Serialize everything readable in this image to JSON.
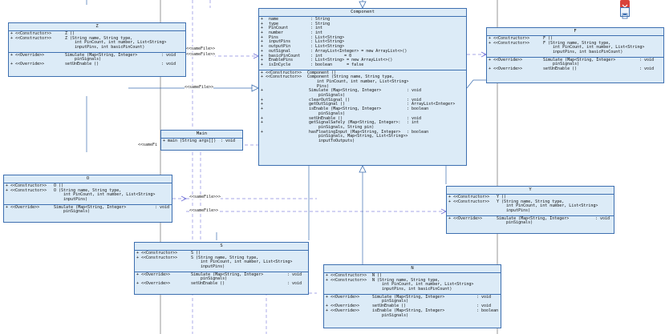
{
  "edge_labels": {
    "samefile": "<<sameFile>>",
    "samefile_trunc": "<<sameFi",
    "samefile_arrow": "<<sameFile>>>"
  },
  "window_controls": [
    {
      "icon": "close-icon",
      "color": "#d9423a"
    },
    {
      "icon": "save-icon",
      "color": "#3d6fb0"
    }
  ],
  "component": {
    "name": "Component",
    "attributes": [
      {
        "m": "+",
        "n": "name",
        "t": ": String"
      },
      {
        "m": "+",
        "n": "type",
        "t": ": String"
      },
      {
        "m": "+",
        "n": "PinCount",
        "t": ": int"
      },
      {
        "m": "+",
        "n": "number",
        "t": ": int"
      },
      {
        "m": "+",
        "n": "Pins",
        "t": ": List<String>"
      },
      {
        "m": "+",
        "n": "inputPins",
        "t": ": List<String>"
      },
      {
        "m": "+",
        "n": "outputPin",
        "t": ": List<String>"
      },
      {
        "m": "+",
        "n": "outSignal",
        "t": ": ArrayList<Integer> = new ArrayList<>()"
      },
      {
        "m": "+",
        "n": "basicPinCount",
        "t": ": int         = 0"
      },
      {
        "m": "+",
        "n": "EnablePins",
        "t": ": List<String> = new ArrayList<>()"
      },
      {
        "m": "+",
        "n": "isInCycle",
        "t": ": boolean      = false"
      }
    ],
    "operations": [
      {
        "m": "+",
        "s": "<<Constructor>>",
        "n": "Component ()",
        "t": ""
      },
      {
        "m": "+",
        "s": "<<Constructor>>",
        "n": "Component (String name, String type,\n    int PinCount, int number, List<String>\n    Pins)",
        "t": ""
      },
      {
        "m": "+",
        "s": "",
        "n": "Simulate (Map<String, Integer>\n    pinSignals)",
        "t": ": void"
      },
      {
        "m": "+",
        "s": "",
        "n": "clearOutSignal ()",
        "t": ": void"
      },
      {
        "m": "+",
        "s": "",
        "n": "getOutSignal ()",
        "t": ": ArrayList<Integer>"
      },
      {
        "m": "+",
        "s": "",
        "n": "isEnable (Map<String, Integer>\n    pinSignals)",
        "t": ": boolean"
      },
      {
        "m": "+",
        "s": "",
        "n": "setUnEnable ()",
        "t": ": void"
      },
      {
        "m": "+",
        "s": "",
        "n": "getSignalSafely (Map<String, Integer>:\n    pinSignals, String pin)",
        "t": ": int"
      },
      {
        "m": "+",
        "s": "",
        "n": "hasFloatingInput (Map<String, Integer>\n    pinSignals, Map<String, List<String>>\n    inputToOutputs)",
        "t": ": boolean"
      }
    ]
  },
  "classes": [
    {
      "name": "Z",
      "ops": [
        {
          "m": "+",
          "s": "<<Constructor>>",
          "n": "Z ()",
          "t": ""
        },
        {
          "m": "+",
          "s": "<<Constructor>>",
          "n": "Z (String name, String type,\n    int PinCount, int number, List<String>\n    inputPins, int basicPinCount)",
          "t": ""
        }
      ],
      "ops2": [
        {
          "m": "+",
          "s": "<<Override>>",
          "n": "Simulate (Map<String, Integer>\n    pinSignals)",
          "t": ": void"
        },
        {
          "m": "+",
          "s": "<<Override>>",
          "n": "setUnEnable ()",
          "t": ": void"
        }
      ]
    },
    {
      "name": "F",
      "ops": [
        {
          "m": "+",
          "s": "<<Constructor>>",
          "n": "F ()",
          "t": ""
        },
        {
          "m": "+",
          "s": "<<Constructor>>",
          "n": "F (String name, String type,\n    int PinCount, int number, List<String>\n    inputPins, int basicPinCount)",
          "t": ""
        }
      ],
      "ops2": [
        {
          "m": "+",
          "s": "<<Override>>",
          "n": "Simulate (Map<String, Integer>\n    pinSignals)",
          "t": ": void"
        },
        {
          "m": "+",
          "s": "<<Override>>",
          "n": "setUnEnable ()",
          "t": ": void"
        }
      ]
    },
    {
      "name": "Main",
      "ops": [
        {
          "m": "+",
          "s": "",
          "n": "main (String args[])",
          "t": ": void"
        }
      ],
      "ops2": []
    },
    {
      "name": "O",
      "ops": [
        {
          "m": "+",
          "s": "<<Constructor>>",
          "n": "O ()",
          "t": ""
        },
        {
          "m": "+",
          "s": "<<Constructor>>",
          "n": "O (String name, String type,\n    int PinCount, int number, List<String>\n    inputPins)",
          "t": ""
        }
      ],
      "ops2": [
        {
          "m": "+",
          "s": "<<Override>>",
          "n": "Simulate (Map<String, Integer>\n    pinSignals)",
          "t": ": void"
        }
      ]
    },
    {
      "name": "Y",
      "ops": [
        {
          "m": "+",
          "s": "<<Constructor>>",
          "n": "Y ()",
          "t": ""
        },
        {
          "m": "+",
          "s": "<<Constructor>>",
          "n": "Y (String name, String type,\n    int PinCount, int number, List<String>\n    inputPins)",
          "t": ""
        }
      ],
      "ops2": [
        {
          "m": "+",
          "s": "<<Override>>",
          "n": "Simulate (Map<String, Integer>\n    pinSignals)",
          "t": ": void"
        }
      ]
    },
    {
      "name": "S",
      "ops": [
        {
          "m": "+",
          "s": "<<Constructor>>",
          "n": "S ()",
          "t": ""
        },
        {
          "m": "+",
          "s": "<<Constructor>>",
          "n": "S (String name, String type,\n    int PinCount, int number, List<String>\n    inputPins)",
          "t": ""
        }
      ],
      "ops2": [
        {
          "m": "+",
          "s": "<<Override>>",
          "n": "Simulate (Map<String, Integer>\n    pinSignals)",
          "t": ": void"
        },
        {
          "m": "+",
          "s": "<<Override>>",
          "n": "setUnEnable ()",
          "t": ": void"
        }
      ]
    },
    {
      "name": "N",
      "ops": [
        {
          "m": "+",
          "s": "<<Constructor>>",
          "n": "N ()",
          "t": ""
        },
        {
          "m": "+",
          "s": "<<Constructor>>",
          "n": "N (String name, String type,\n    int PinCount, int number, List<String>\n    inputPins, int basicPinCount)",
          "t": ""
        }
      ],
      "ops2": [
        {
          "m": "+",
          "s": "<<Override>>",
          "n": "Simulate (Map<String, Integer>\n    pinSignals)",
          "t": ": void"
        },
        {
          "m": "+",
          "s": "<<Override>>",
          "n": "setUnEnable ()",
          "t": ": void"
        },
        {
          "m": "+",
          "s": "<<Override>>",
          "n": "isEnable (Map<String, Integer>\n    pinSignals)",
          "t": ": boolean"
        }
      ]
    }
  ]
}
